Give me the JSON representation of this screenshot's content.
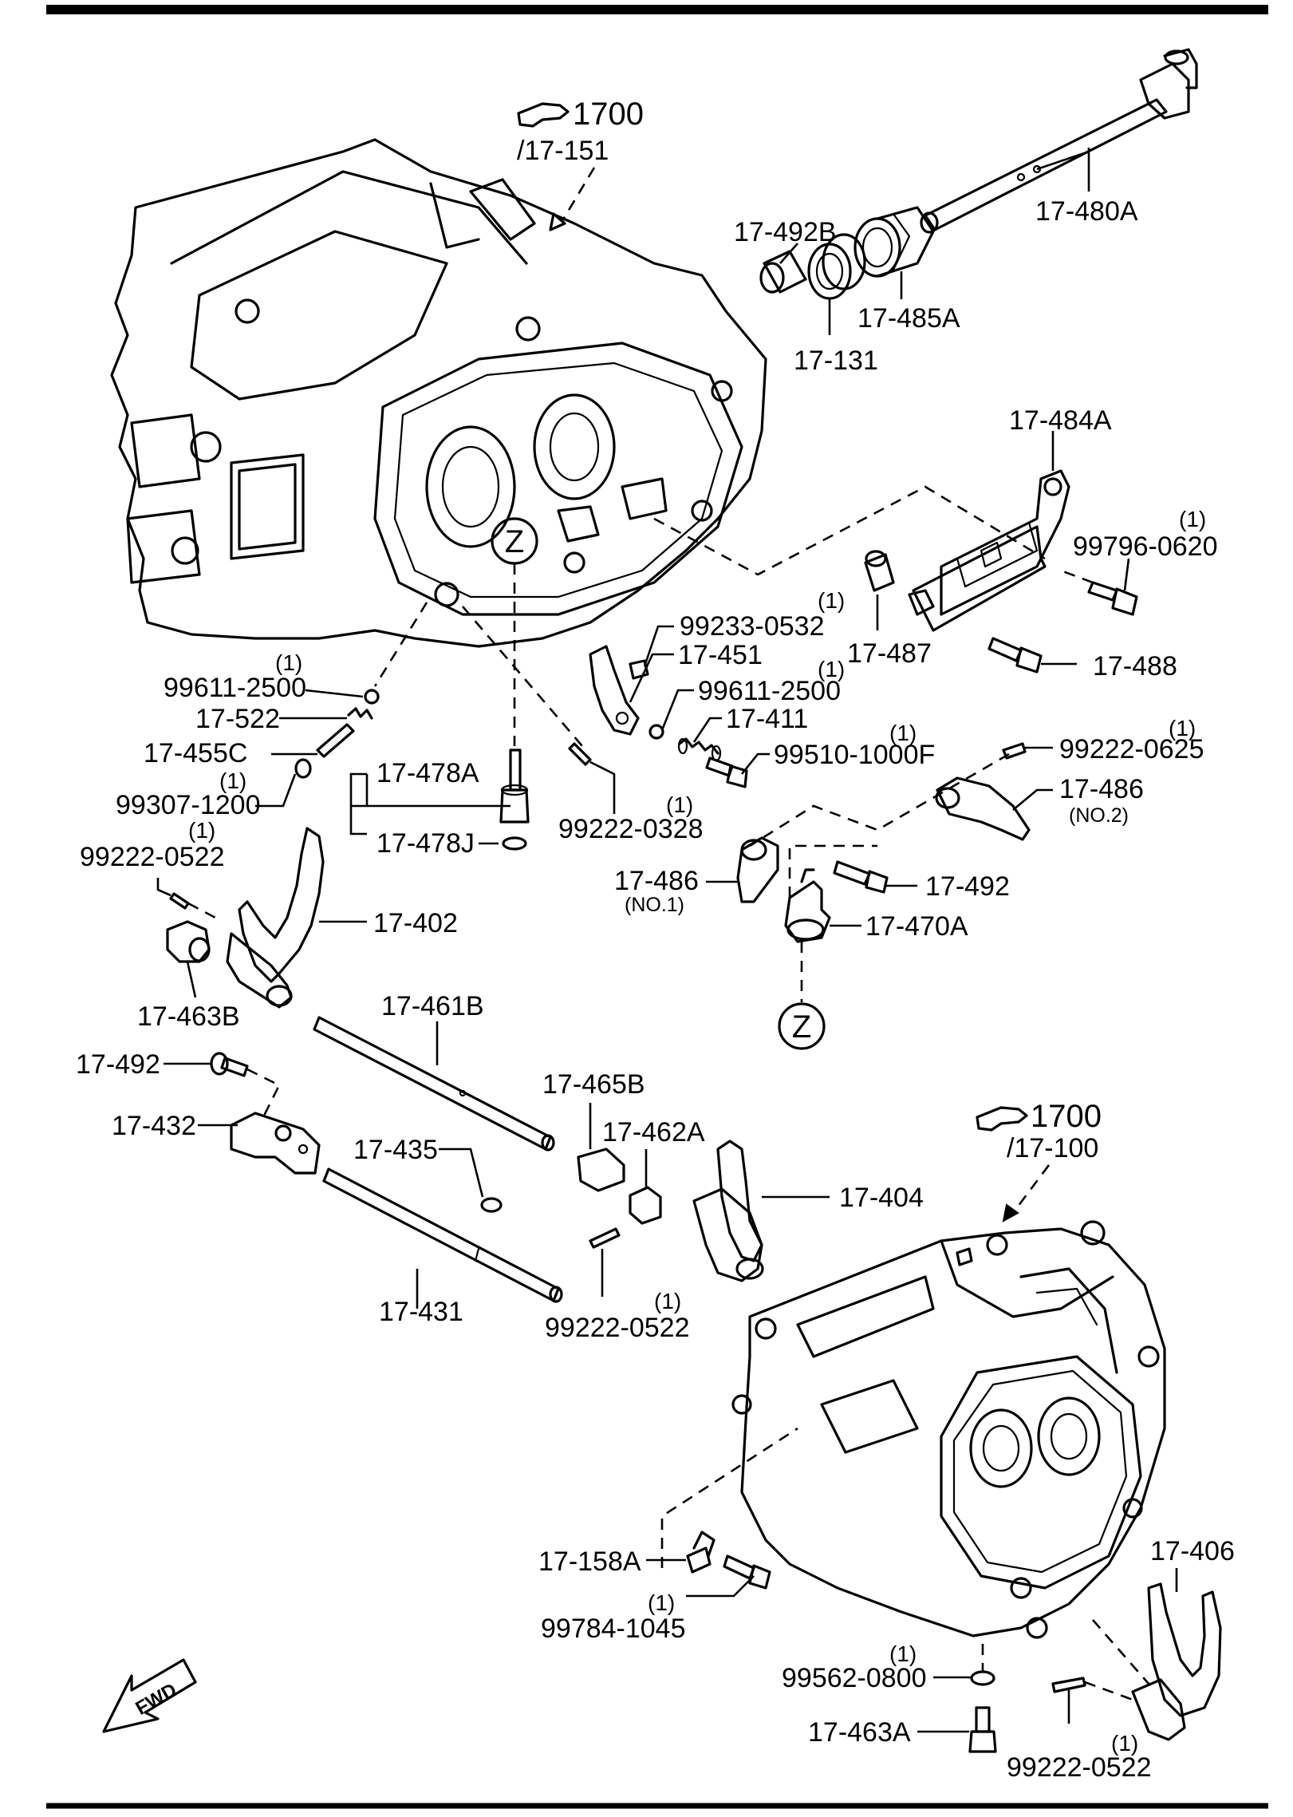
{
  "references": {
    "top": {
      "number": "1700",
      "page": "/17-151"
    },
    "bottom": {
      "number": "1700",
      "page": "/17-100"
    }
  },
  "zone_marker": "Z",
  "fwd_label": "FWD",
  "quantity_mark": "(1)",
  "sub_labels": {
    "no1": "(NO.1)",
    "no2": "(NO.2)"
  },
  "labels": {
    "p17_480A": "17-480A",
    "p17_492B": "17-492B",
    "p17_485A": "17-485A",
    "p17_131": "17-131",
    "p17_484A": "17-484A",
    "p99796_0620": "99796-0620",
    "p17_487": "17-487",
    "p17_488": "17-488",
    "p99233_0532": "99233-0532",
    "p17_451": "17-451",
    "p99611_2500_a": "99611-2500",
    "p99611_2500_b": "99611-2500",
    "p17_411": "17-411",
    "p99510_1000F": "99510-1000F",
    "p99222_0625": "99222-0625",
    "p17_486_no2": "17-486",
    "p17_522": "17-522",
    "p17_455C": "17-455C",
    "p99307_1200": "99307-1200",
    "p17_478A": "17-478A",
    "p17_478J": "17-478J",
    "p99222_0328": "99222-0328",
    "p99222_0522_a": "99222-0522",
    "p17_402": "17-402",
    "p17_486_no1": "17-486",
    "p17_492_a": "17-492",
    "p17_470A": "17-470A",
    "p17_463B": "17-463B",
    "p17_461B": "17-461B",
    "p17_492_b": "17-492",
    "p17_465B": "17-465B",
    "p17_432": "17-432",
    "p17_462A": "17-462A",
    "p17_435": "17-435",
    "p17_404": "17-404",
    "p17_431": "17-431",
    "p99222_0522_b": "99222-0522",
    "p17_158A": "17-158A",
    "p17_406": "17-406",
    "p99784_1045": "99784-1045",
    "p99562_0800": "99562-0800",
    "p17_463A": "17-463A",
    "p99222_0522_c": "99222-0522"
  }
}
